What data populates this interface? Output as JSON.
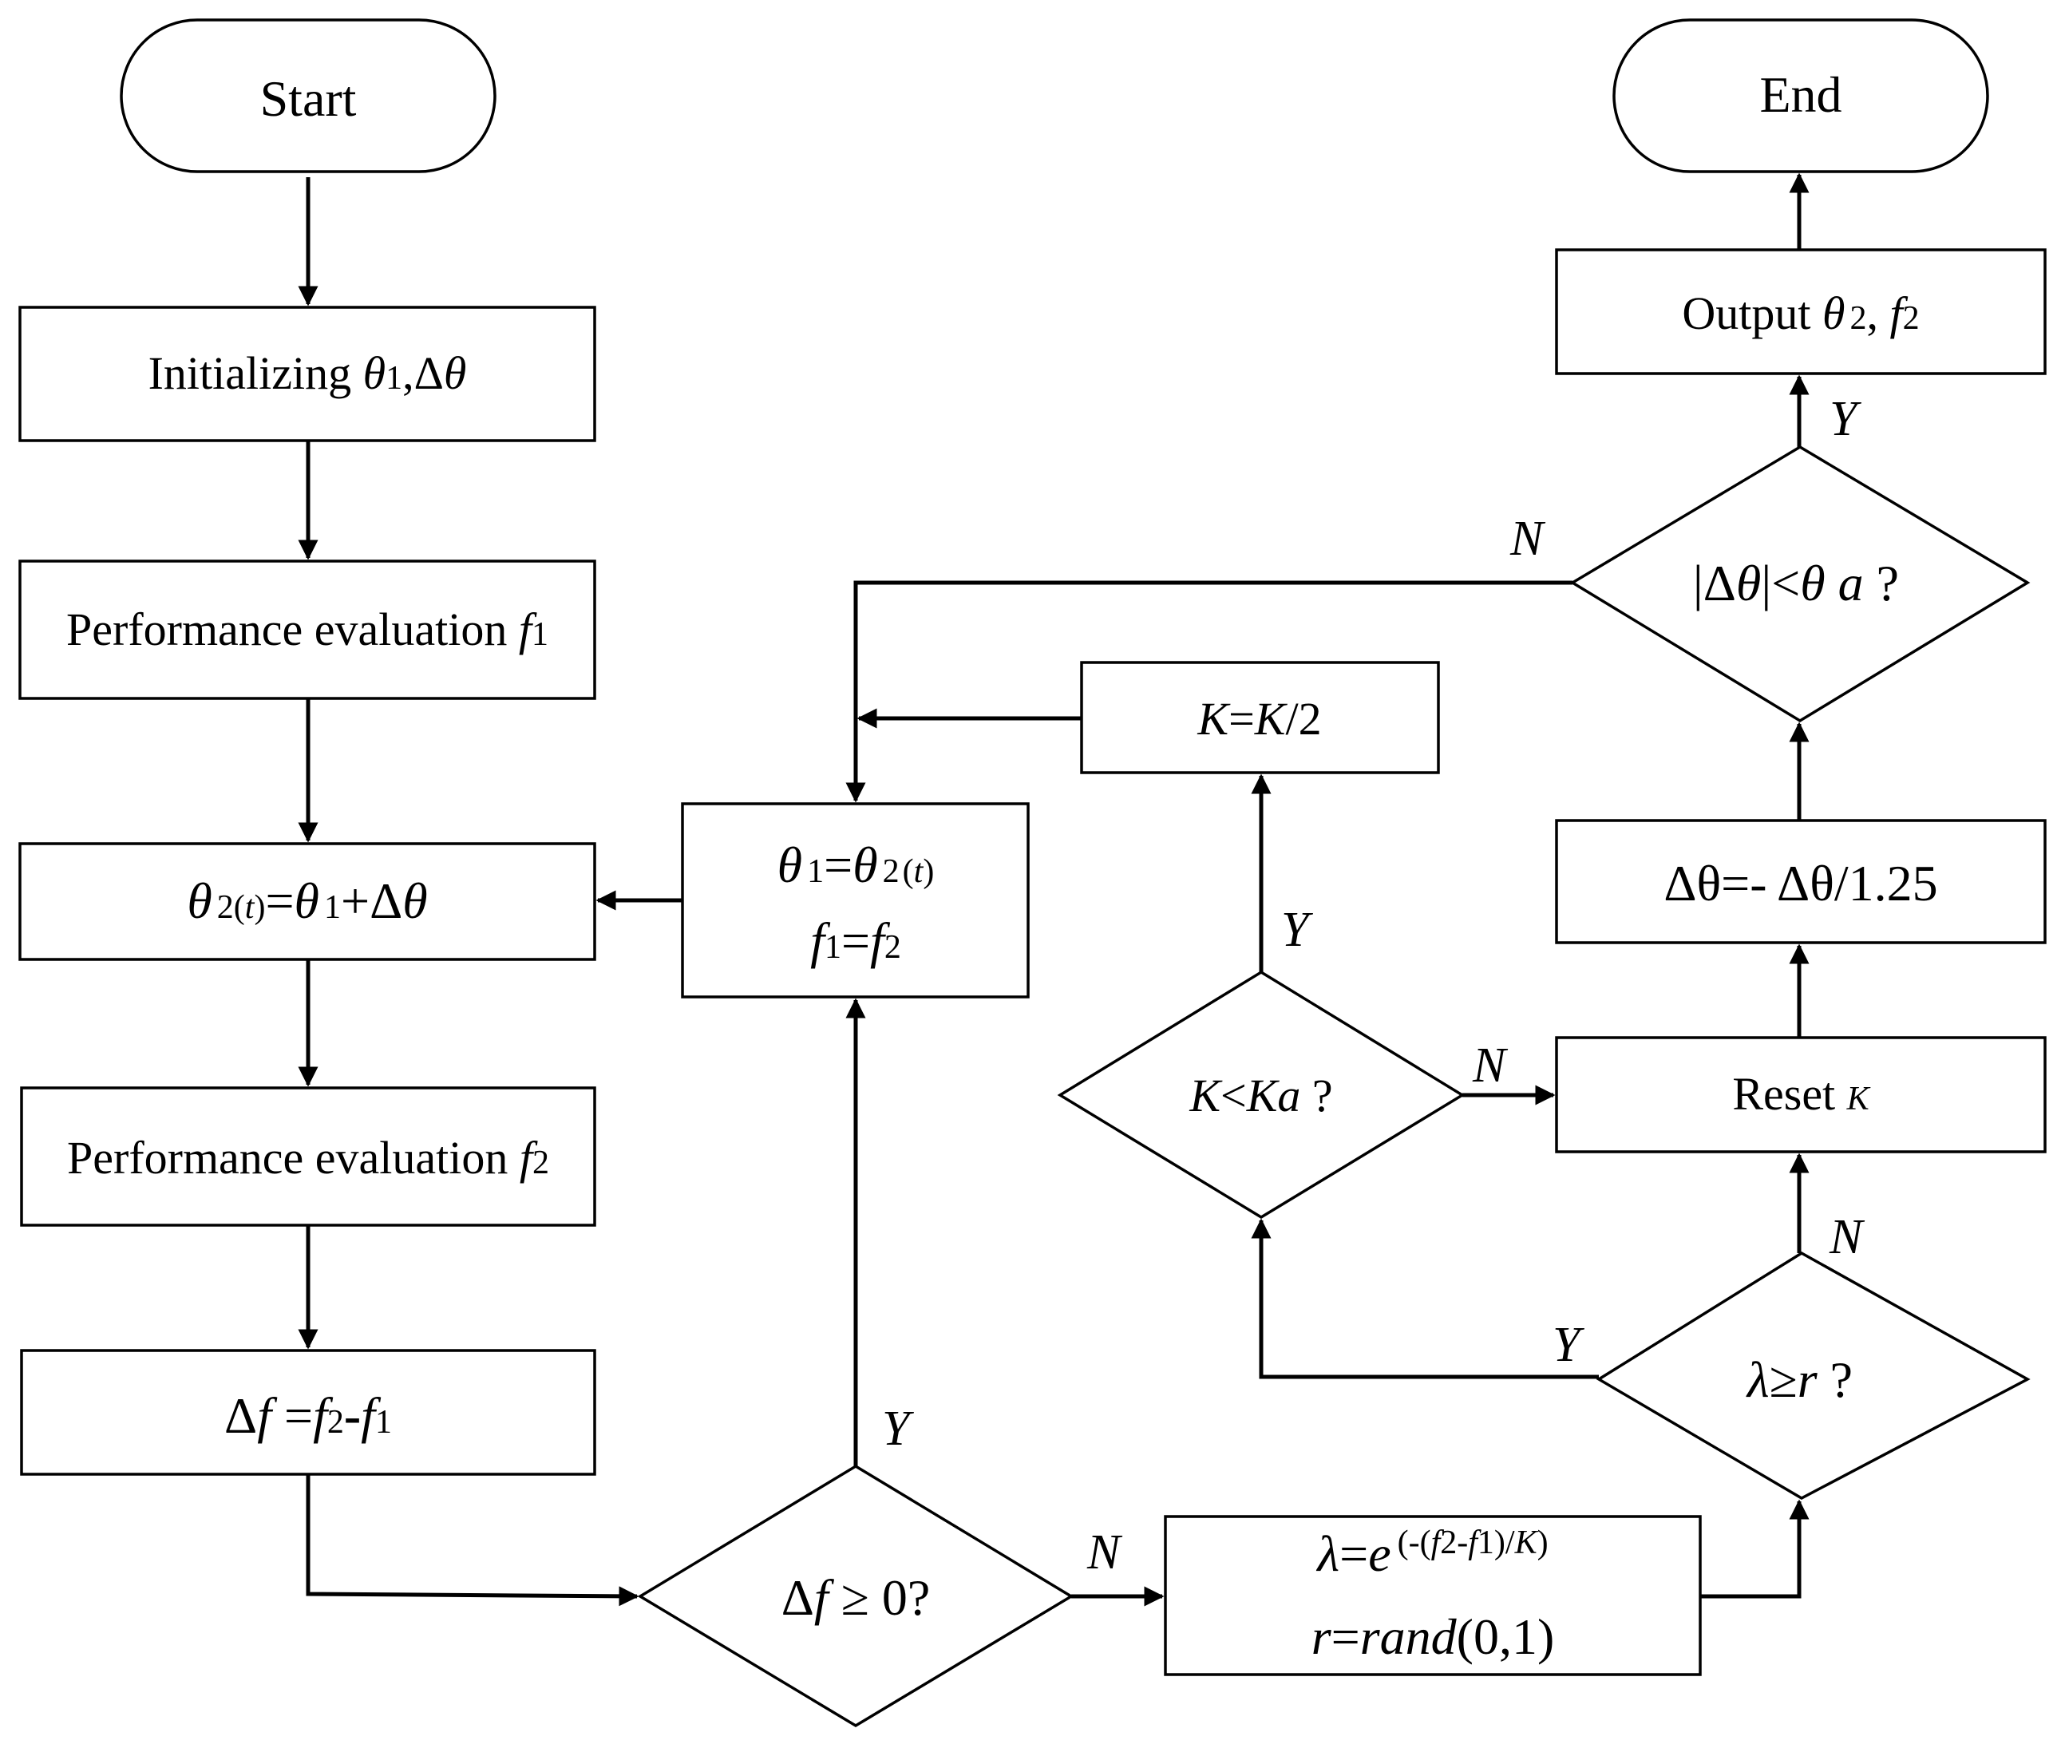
{
  "nodes": {
    "start": "Start",
    "end": "End",
    "init": {
      "text": "Initializing ",
      "theta": "θ",
      "sub1": "1",
      "sep": ",Δ",
      "theta2": "θ"
    },
    "perf1": {
      "text": "Performance evaluation ",
      "f": "f",
      "sub": "1"
    },
    "update": {
      "theta": "θ",
      "sub2": "2",
      "t_open": "(",
      "t": "t",
      "t_close": ")",
      "eq": "=",
      "theta_b": "θ",
      "sub1": "1",
      "plus": "+Δ",
      "theta_c": "θ"
    },
    "perf2": {
      "text": "Performance evaluation ",
      "f": "f",
      "sub": "2"
    },
    "delta_f": {
      "delta": "Δ",
      "f": "f",
      "eq": " =",
      "f2": "f",
      "sub2": "2",
      "minus": "-",
      "f1": "f",
      "sub1": "1"
    },
    "assign": {
      "line1": {
        "theta": "θ",
        "sub1": "1",
        "eq": "=",
        "theta_b": "θ",
        "sub2": "2",
        "t_open": "(",
        "t": "t",
        "t_close": ")"
      },
      "line2": {
        "f": "f",
        "sub1": "1",
        "eq": "=",
        "f_b": "f",
        "sub2": "2"
      }
    },
    "decision_df": {
      "delta": "Δ",
      "f": "f",
      "rest": " ≥ 0?"
    },
    "lambda_box": {
      "line1": {
        "lambda": "λ",
        "eq": "=",
        "e": "e",
        "exp_open": "(-(",
        "f2": "f",
        "sub2": "2",
        "minus": "-",
        "f1": "f",
        "sub1": "1",
        "exp_mid": ")/",
        "K": "K",
        "exp_close": ")"
      },
      "line2": {
        "r": "r",
        "eq": "=",
        "rand": "rand",
        "args": "(0,1)"
      }
    },
    "decision_lr": {
      "lambda": "λ",
      "ge": "≥",
      "r": "r",
      "q": " ?"
    },
    "reset": {
      "text": "Reset ",
      "K": "K"
    },
    "decision_k": {
      "K": "K",
      "lt": "<",
      "Ka": "Ka",
      "q": " ?"
    },
    "k_half": {
      "K": "K",
      "eq": "=",
      "K2": "K",
      "rest": "/2"
    },
    "dtheta_update": {
      "text": "Δθ=- Δθ/1.25"
    },
    "decision_theta": {
      "open": "|Δ",
      "theta": "θ",
      "close": "|<",
      "theta_a": "θ",
      "a": " a",
      "q": " ?"
    },
    "output": {
      "text": "Output ",
      "theta": "θ",
      "sub2": "2",
      "comma": ", ",
      "f": "f",
      "sub": "2"
    }
  },
  "edges": {
    "y_df": "Y",
    "n_df": "N",
    "y_lr": "Y",
    "n_lr": "N",
    "y_k": "Y",
    "n_k": "N",
    "n_theta": "N",
    "y_theta": "Y"
  }
}
